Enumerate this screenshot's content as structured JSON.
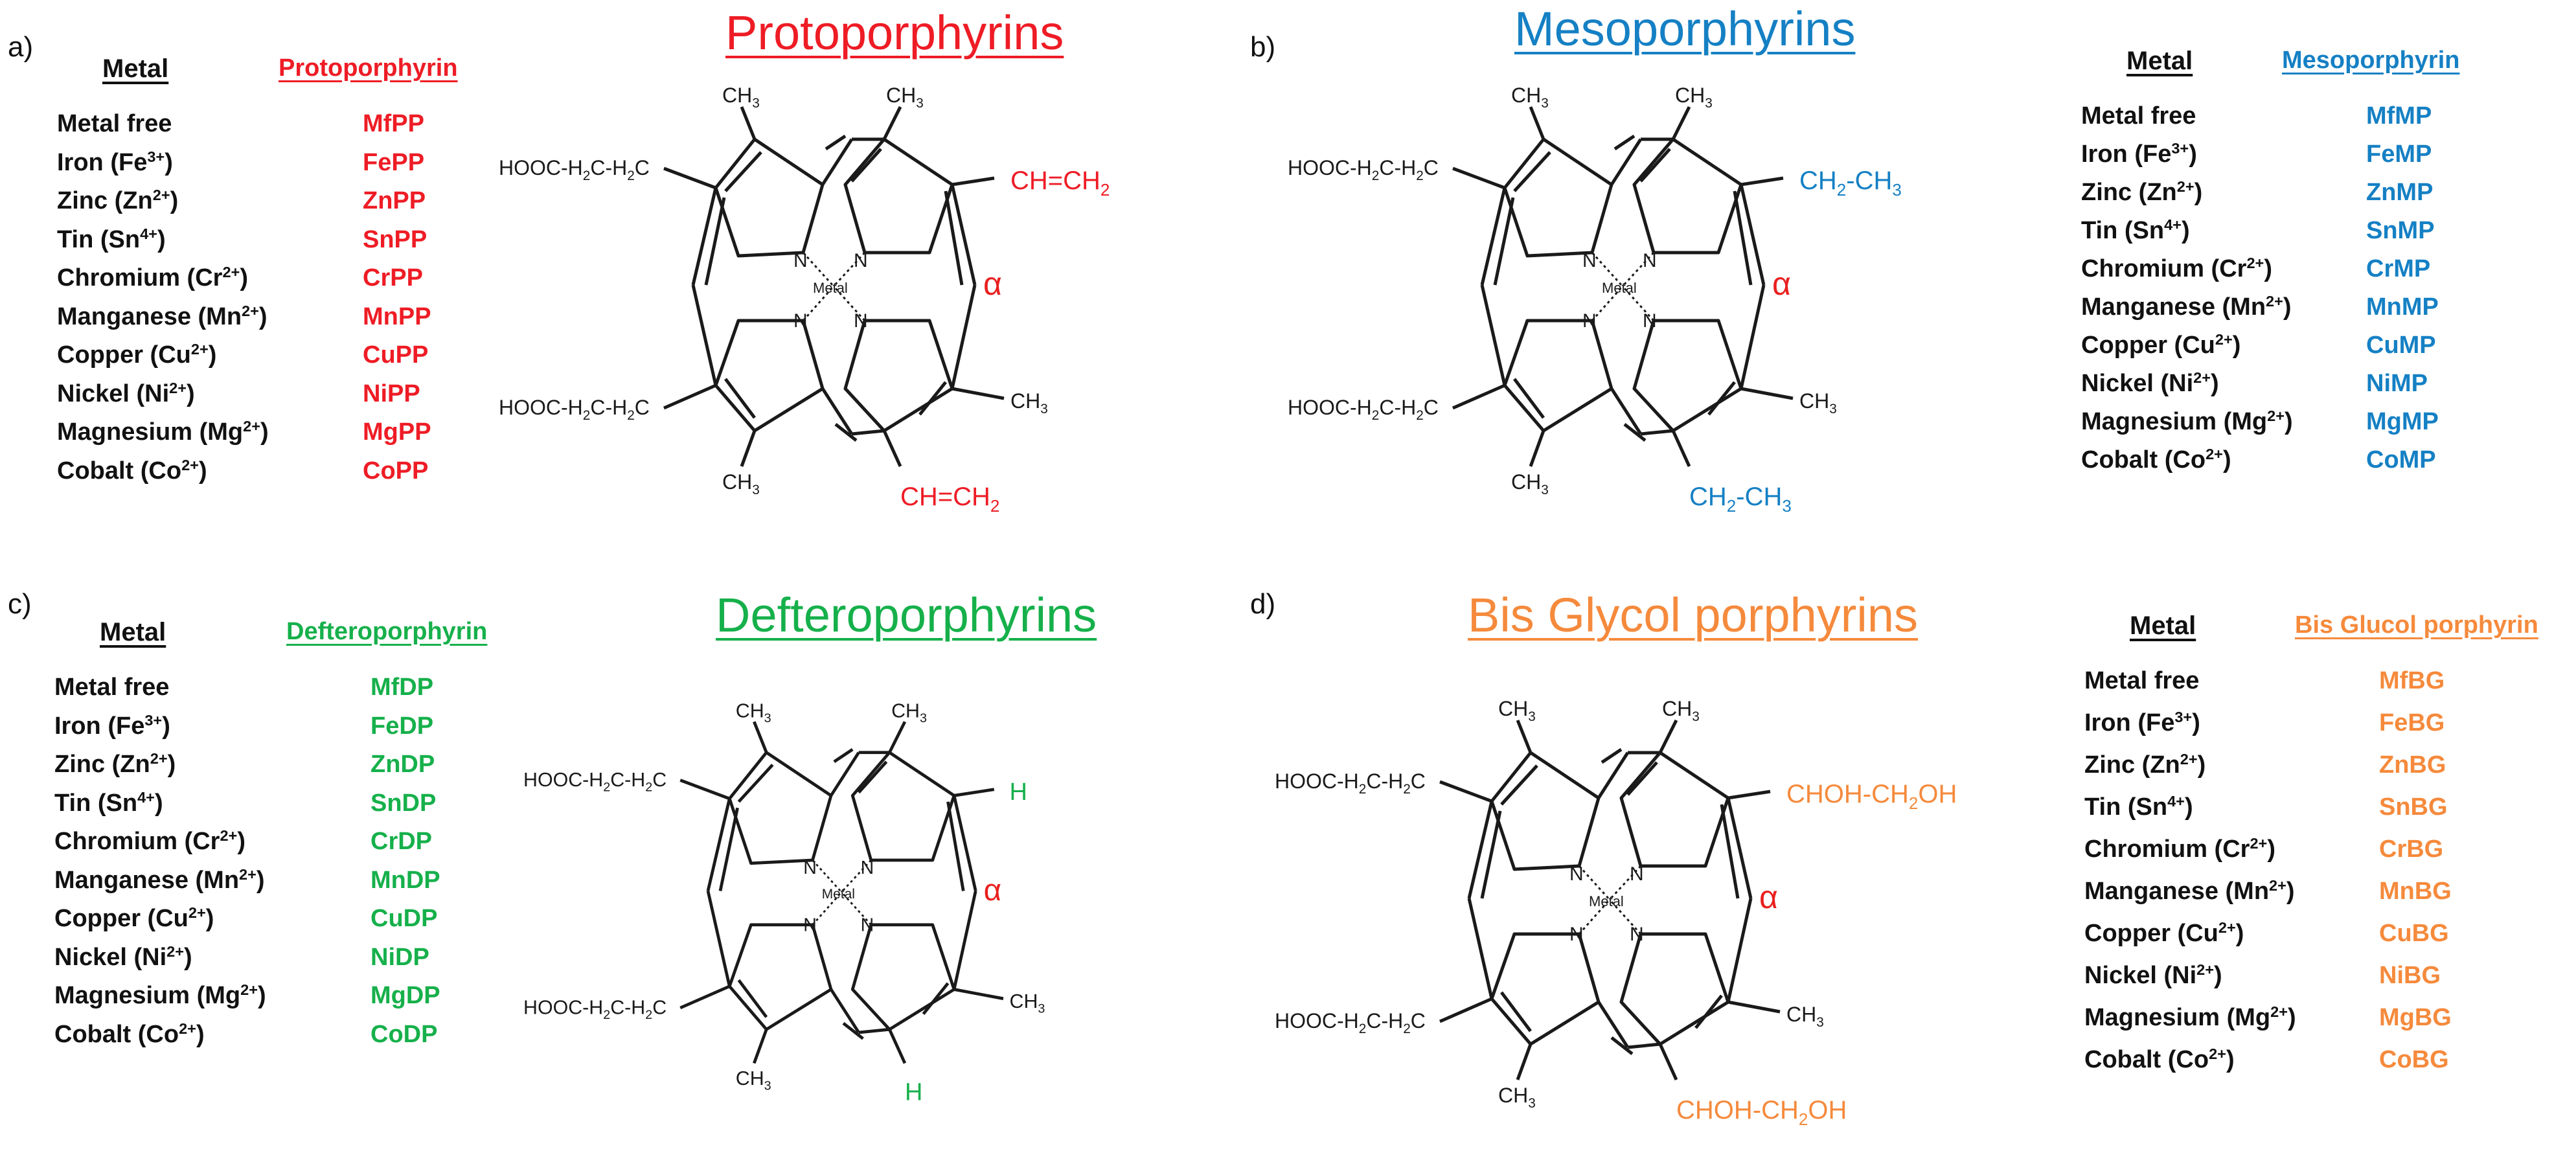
{
  "colors": {
    "proto": "#ee1c25",
    "meso": "#1580c4",
    "defter": "#16b04b",
    "bis": "#f58a3c",
    "alpha": "#e8201f"
  },
  "structure_labels": {
    "acid": [
      "HOOC-H",
      "2",
      "C-H",
      "2",
      "C"
    ],
    "methyl": [
      "CH",
      "3"
    ],
    "metal": "Metal",
    "nitrogen": "N",
    "alpha": "α"
  },
  "panels": [
    {
      "id": "a",
      "label": "a)",
      "title": "Protoporphyrins",
      "color_key": "proto",
      "metal_header": "Metal",
      "compound_header": "Protoporphyrin",
      "substituent_right": [
        "CH=CH",
        "2"
      ],
      "substituent_bottom": [
        "CH=CH",
        "2"
      ],
      "rows": [
        {
          "metal": "Metal free",
          "ion": "",
          "charge": "",
          "abbr": "MfPP"
        },
        {
          "metal": "Iron (Fe",
          "ion": "",
          "charge": "3+",
          "abbr": "FePP"
        },
        {
          "metal": "Zinc (Zn",
          "ion": "",
          "charge": "2+",
          "abbr": "ZnPP"
        },
        {
          "metal": "Tin (Sn",
          "ion": "",
          "charge": "4+",
          "abbr": "SnPP"
        },
        {
          "metal": "Chromium (Cr",
          "ion": "",
          "charge": "2+",
          "abbr": "CrPP"
        },
        {
          "metal": "Manganese (Mn",
          "ion": "",
          "charge": "2+",
          "abbr": "MnPP"
        },
        {
          "metal": "Copper (Cu",
          "ion": "",
          "charge": "2+",
          "abbr": "CuPP"
        },
        {
          "metal": "Nickel (Ni",
          "ion": "",
          "charge": "2+",
          "abbr": "NiPP"
        },
        {
          "metal": "Magnesium (Mg",
          "ion": "",
          "charge": "2+",
          "abbr": "MgPP"
        },
        {
          "metal": "Cobalt (Co",
          "ion": "",
          "charge": "2+",
          "abbr": "CoPP"
        }
      ]
    },
    {
      "id": "b",
      "label": "b)",
      "title": "Mesoporphyrins",
      "color_key": "meso",
      "metal_header": "Metal",
      "compound_header": "Mesoporphyrin",
      "substituent_right": [
        "CH",
        "2",
        "-CH",
        "3"
      ],
      "substituent_bottom": [
        "CH",
        "2",
        "-CH",
        "3"
      ],
      "rows": [
        {
          "metal": "Metal free",
          "charge": "",
          "abbr": "MfMP"
        },
        {
          "metal": "Iron (Fe",
          "charge": "3+",
          "abbr": "FeMP"
        },
        {
          "metal": "Zinc (Zn",
          "charge": "2+",
          "abbr": "ZnMP"
        },
        {
          "metal": "Tin (Sn",
          "charge": "4+",
          "abbr": "SnMP"
        },
        {
          "metal": "Chromium (Cr",
          "charge": "2+",
          "abbr": "CrMP"
        },
        {
          "metal": "Manganese (Mn",
          "charge": "2+",
          "abbr": "MnMP"
        },
        {
          "metal": "Copper (Cu",
          "charge": "2+",
          "abbr": "CuMP"
        },
        {
          "metal": "Nickel (Ni",
          "charge": "2+",
          "abbr": "NiMP"
        },
        {
          "metal": "Magnesium (Mg",
          "charge": "2+",
          "abbr": "MgMP"
        },
        {
          "metal": "Cobalt (Co",
          "charge": "2+",
          "abbr": "CoMP"
        }
      ]
    },
    {
      "id": "c",
      "label": "c)",
      "title": "Defteroporphyrins",
      "color_key": "defter",
      "metal_header": "Metal",
      "compound_header": "Defteroporphyrin",
      "substituent_right": [
        "H"
      ],
      "substituent_bottom": [
        "H"
      ],
      "rows": [
        {
          "metal": "Metal free",
          "charge": "",
          "abbr": "MfDP"
        },
        {
          "metal": "Iron (Fe",
          "charge": "3+",
          "abbr": "FeDP"
        },
        {
          "metal": "Zinc (Zn",
          "charge": "2+",
          "abbr": "ZnDP"
        },
        {
          "metal": "Tin (Sn",
          "charge": "4+",
          "abbr": "SnDP"
        },
        {
          "metal": "Chromium (Cr",
          "charge": "2+",
          "abbr": "CrDP"
        },
        {
          "metal": "Manganese (Mn",
          "charge": "2+",
          "abbr": "MnDP"
        },
        {
          "metal": "Copper (Cu",
          "charge": "2+",
          "abbr": "CuDP"
        },
        {
          "metal": "Nickel (Ni",
          "charge": "2+",
          "abbr": "NiDP"
        },
        {
          "metal": "Magnesium (Mg",
          "charge": "2+",
          "abbr": "MgDP"
        },
        {
          "metal": "Cobalt (Co",
          "charge": "2+",
          "abbr": "CoDP"
        }
      ]
    },
    {
      "id": "d",
      "label": "d)",
      "title": "Bis Glycol porphyrins",
      "color_key": "bis",
      "metal_header": "Metal",
      "compound_header": "Bis Glucol porphyrin",
      "substituent_right": [
        "CHOH-CH",
        "2",
        "OH"
      ],
      "substituent_bottom": [
        "CHOH-CH",
        "2",
        "OH"
      ],
      "rows": [
        {
          "metal": "Metal free",
          "charge": "",
          "abbr": "MfBG"
        },
        {
          "metal": "Iron (Fe",
          "charge": "3+",
          "abbr": "FeBG"
        },
        {
          "metal": "Zinc (Zn",
          "charge": "2+",
          "abbr": "ZnBG"
        },
        {
          "metal": "Tin (Sn",
          "charge": "4+",
          "abbr": "SnBG"
        },
        {
          "metal": "Chromium (Cr",
          "charge": "2+",
          "abbr": "CrBG"
        },
        {
          "metal": "Manganese (Mn",
          "charge": "2+",
          "abbr": "MnBG"
        },
        {
          "metal": "Copper (Cu",
          "charge": "2+",
          "abbr": "CuBG"
        },
        {
          "metal": "Nickel (Ni",
          "charge": "2+",
          "abbr": "NiBG"
        },
        {
          "metal": "Magnesium (Mg",
          "charge": "2+",
          "abbr": "MgBG"
        },
        {
          "metal": "Cobalt (Co",
          "charge": "2+",
          "abbr": "CoBG"
        }
      ]
    }
  ]
}
